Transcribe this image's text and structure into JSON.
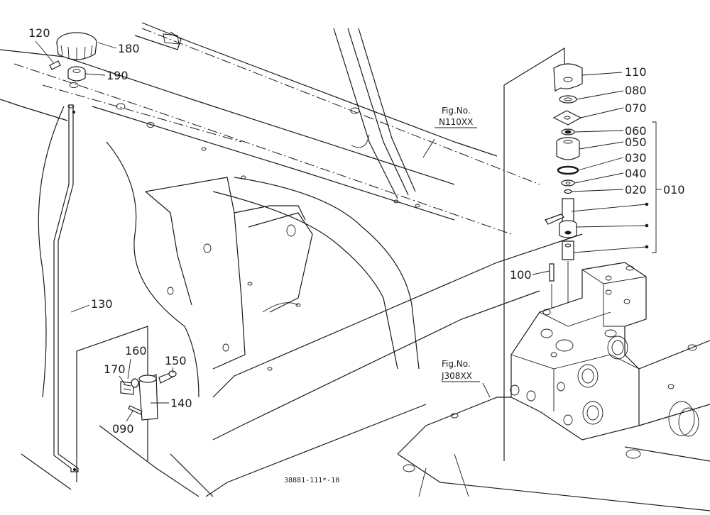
{
  "diagram": {
    "drawing_code": "38881-111*-10",
    "fig_refs": [
      {
        "id": "n110",
        "label": "Fig.No.",
        "code": "N110XX"
      },
      {
        "id": "j308",
        "label": "Fig.No.",
        "code": "J308XX"
      }
    ],
    "callouts": [
      "120",
      "180",
      "190",
      "130",
      "160",
      "150",
      "170",
      "140",
      "090",
      "110",
      "080",
      "070",
      "060",
      "050",
      "030",
      "040",
      "020",
      "010",
      "100"
    ]
  }
}
